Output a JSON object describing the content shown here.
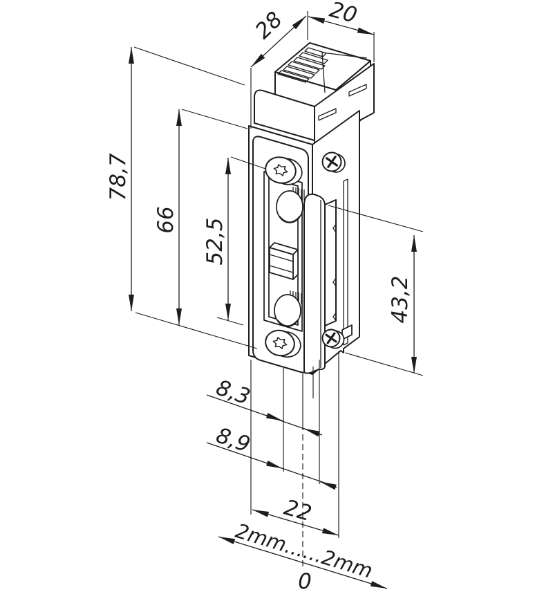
{
  "drawing": {
    "kind": "electric-strike-dimension-drawing",
    "line_color": "#1d1d1b",
    "background_color": "#ffffff"
  },
  "dimensions": {
    "overall_height": "78,7",
    "housing_height": "66",
    "opening_height": "52,5",
    "keeper_height": "43,2",
    "top_width": "20",
    "top_depth": "28",
    "offset_front": "8,3",
    "offset_rear": "8,9",
    "bottom_width": "22",
    "adjustment_range": "2mm......2mm",
    "zero_mark": "0"
  }
}
